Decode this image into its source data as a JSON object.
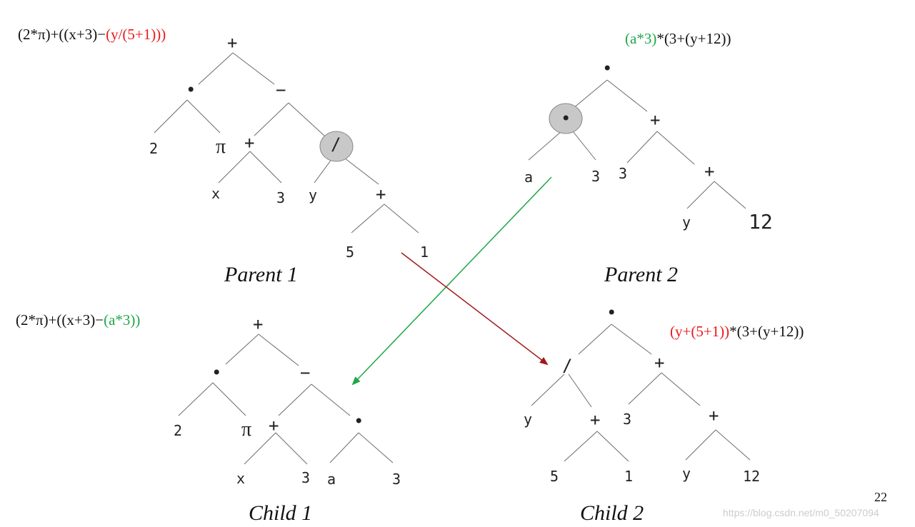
{
  "parent1": {
    "caption": "Parent 1",
    "expression": {
      "black_prefix": "(2*π)+((x+3)−",
      "red": "(y/(5+1)))"
    },
    "labels": {
      "root": "+",
      "mul": "•",
      "minus": "−",
      "two": "2",
      "pi": "π",
      "plus_x3": "+",
      "x": "x",
      "three": "3",
      "div": "/",
      "y": "y",
      "plus_51": "+",
      "five": "5",
      "one": "1"
    }
  },
  "parent2": {
    "caption": "Parent 2",
    "expression": {
      "green": "(a*3)",
      "black_suffix": "*(3+(y+12))"
    },
    "labels": {
      "root": "•",
      "mul": "•",
      "a": "a",
      "three_a": "3",
      "plus_top": "+",
      "three": "3",
      "plus_y12": "+",
      "y": "y",
      "twelve": "12"
    }
  },
  "child1": {
    "caption": "Child 1",
    "expression": {
      "black_prefix": "(2*π)+((x+3)−",
      "green": "(a*3))"
    },
    "labels": {
      "root": "+",
      "mul": "•",
      "minus": "−",
      "two": "2",
      "pi": "π",
      "plus_x3": "+",
      "x": "x",
      "three": "3",
      "mul_a3": "•",
      "a": "a",
      "three_a": "3"
    }
  },
  "child2": {
    "caption": "Child 2",
    "expression": {
      "red": "(y+(5+1))",
      "black_suffix": "*(3+(y+12))"
    },
    "labels": {
      "root": "•",
      "div": "/",
      "y_div": "y",
      "plus_51": "+",
      "five": "5",
      "one": "1",
      "plus_top": "+",
      "three": "3",
      "plus_y12": "+",
      "y": "y",
      "twelve": "12"
    }
  },
  "arrows": {
    "green_color": "#1fa847",
    "red_color": "#a3181b"
  },
  "colors": {
    "highlight_fill": "#c8c8c8",
    "edge": "#6b6b6b",
    "red_text": "#e8191c",
    "green_text": "#1fa847"
  },
  "page_number": "22",
  "watermark": "https://blog.csdn.net/m0_50207094"
}
